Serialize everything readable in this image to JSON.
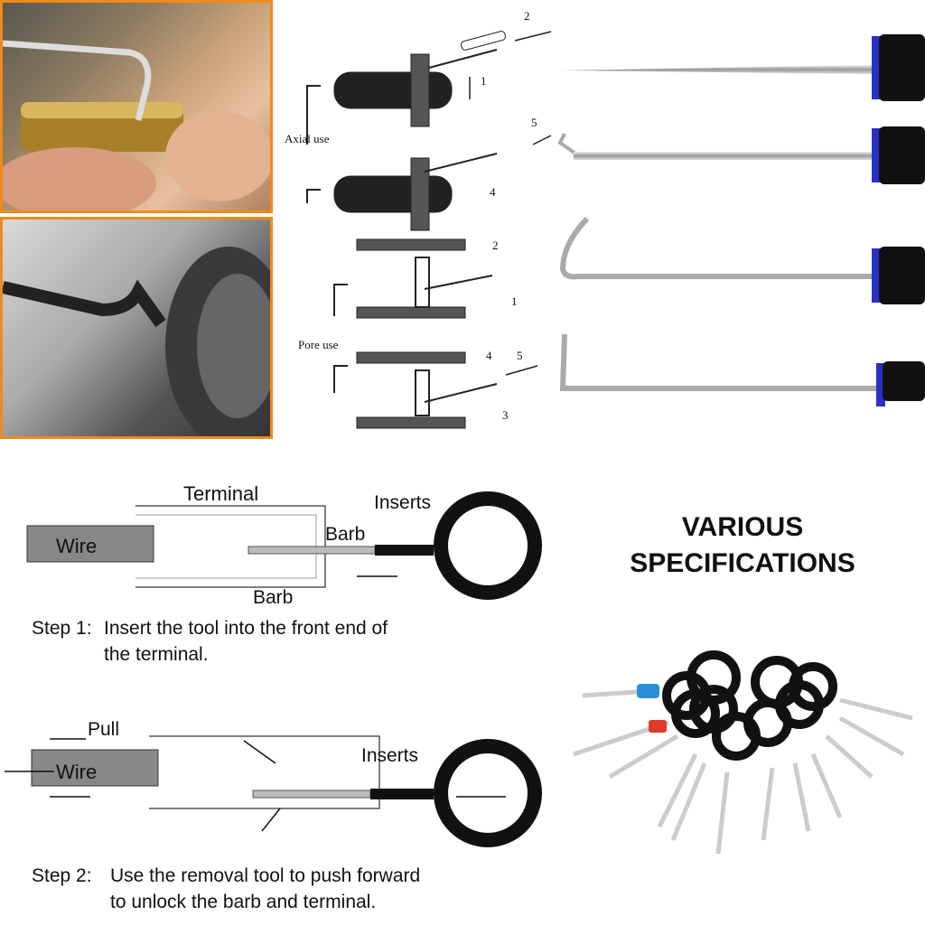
{
  "diagram": {
    "axial_label": "Axial use",
    "pore_label": "Pore use",
    "axial_numbers": [
      "2",
      "1",
      "5",
      "4"
    ],
    "pore_numbers": [
      "2",
      "1",
      "4",
      "5",
      "3"
    ]
  },
  "step1": {
    "terminal": "Terminal",
    "inserts": "Inserts",
    "barb_top": "Barb",
    "barb_bottom": "Barb",
    "wire": "Wire",
    "prefix": "Step 1:",
    "line1": "Insert the tool into the front end of",
    "line2": "the terminal."
  },
  "step2": {
    "pull": "Pull",
    "wire": "Wire",
    "inserts": "Inserts",
    "prefix": "Step 2:",
    "line1": "Use the removal tool to push forward",
    "line2": "to unlock the barb and terminal."
  },
  "specs": {
    "line1": "VARIOUS",
    "line2": "SPECIFICATIONS"
  },
  "colors": {
    "accent": "#f08a1c",
    "handle_blue": "#2a2fc8"
  }
}
